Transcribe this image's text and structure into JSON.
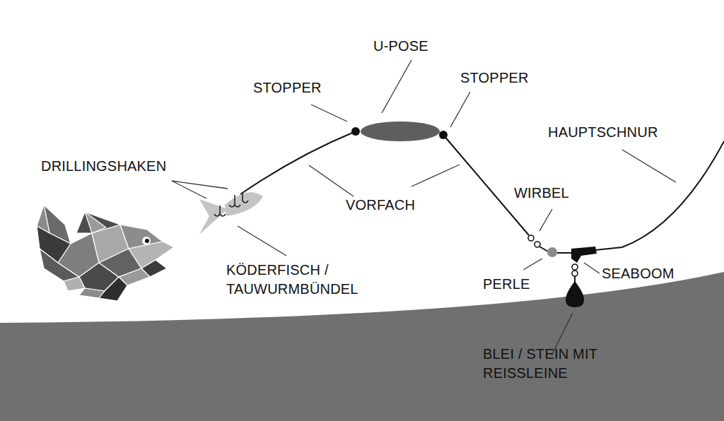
{
  "diagram": {
    "labels": [
      "U-POSE",
      "STOPPER",
      "STOPPER",
      "HAUPTSCHNUR",
      "DRILLINGSHAKEN",
      "VORFACH",
      "WIRBEL",
      "PERLE",
      "SEABOOM",
      "KÖDERFISCH / TAUWURMBÜNDEL",
      "BLEI / STEIN MIT REISSLEINE"
    ]
  }
}
